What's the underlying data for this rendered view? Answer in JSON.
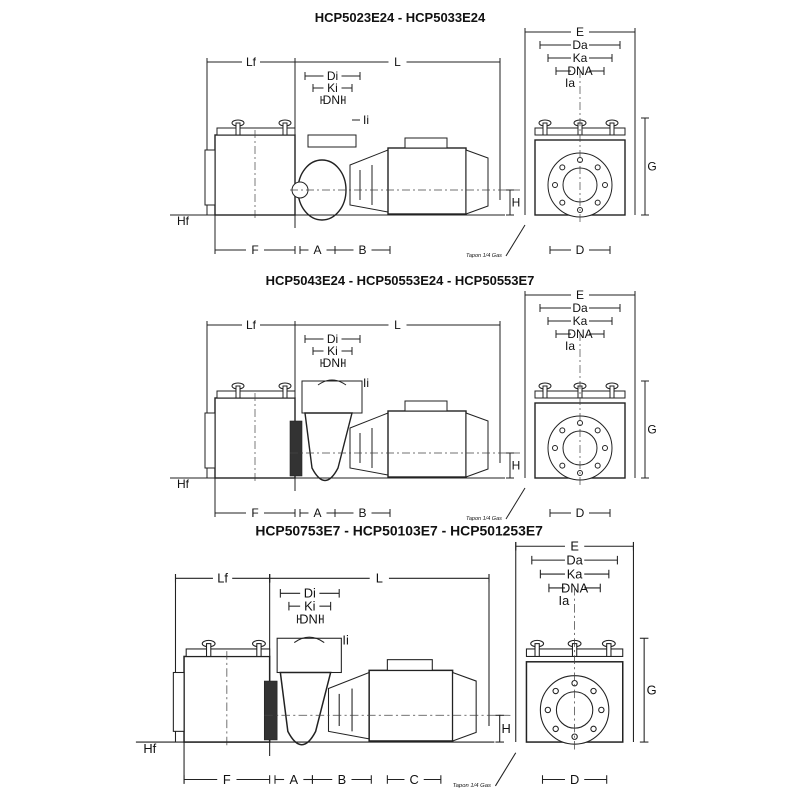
{
  "sections": [
    {
      "title": "HCP5023E24 - HCP5033E24",
      "has_c": false
    },
    {
      "title": "HCP5043E24 - HCP50553E24 - HCP50553E7",
      "has_c": false
    },
    {
      "title": "HCP50753E7 - HCP50103E7 - HCP501253E7",
      "has_c": true
    }
  ],
  "labels": {
    "Lf": "Lf",
    "L": "L",
    "Di": "Di",
    "Ki": "Ki",
    "DNI": "DNI",
    "Ii": "Ii",
    "Hf": "Hf",
    "F": "F",
    "A": "A",
    "B": "B",
    "C": "C",
    "H": "H",
    "E": "E",
    "Da": "Da",
    "Ka": "Ka",
    "DNA": "DNA",
    "Ia": "Ia",
    "G": "G",
    "D": "D",
    "tapon": "Tapon 1/4 Gas"
  }
}
